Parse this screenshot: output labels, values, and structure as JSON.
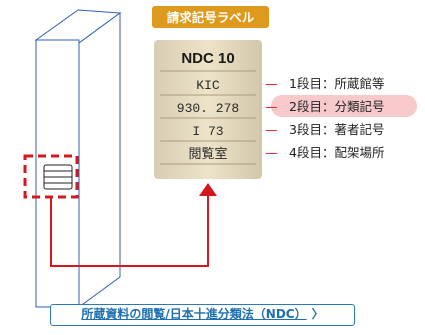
{
  "title": "請求記号ラベル",
  "sticker": {
    "rows": [
      "NDC 10",
      "KIC",
      "930. 278",
      "I 73",
      "閲覧室"
    ]
  },
  "labels": [
    {
      "dash": "—",
      "text": "1段目：所蔵館等",
      "highlight": false
    },
    {
      "dash": "—",
      "text": "2段目：分類記号",
      "highlight": true
    },
    {
      "dash": "—",
      "text": "3段目：著者記号",
      "highlight": false
    },
    {
      "dash": "—",
      "text": "4段目：配架場所",
      "highlight": false
    }
  ],
  "link": {
    "label": "所蔵資料の閲覧/日本十進分類法（NDC）",
    "chevron": "〉"
  },
  "colors": {
    "badge": "#de9a1c",
    "accent_red": "#d6181e",
    "highlight": "#f7c9cb",
    "book_outline": "#2e5fb8",
    "link_blue": "#1d6fb0",
    "sticker_bg": "#eae0c4"
  }
}
